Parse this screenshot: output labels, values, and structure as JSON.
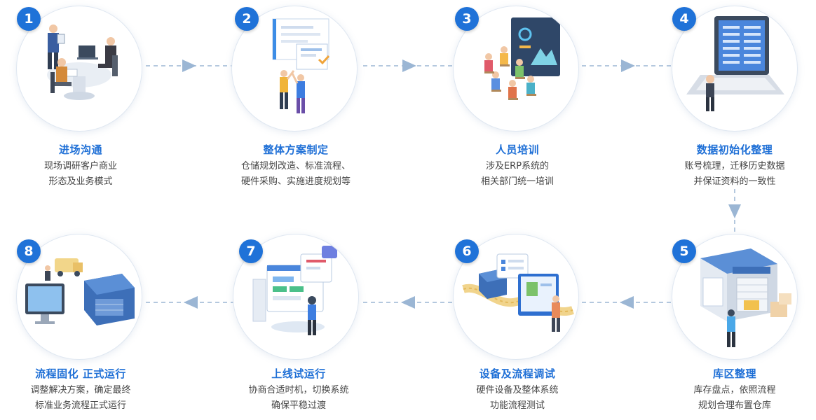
{
  "steps": [
    {
      "number": "1",
      "title": "进场沟通",
      "lines": [
        "现场调研客户商业",
        "形态及业务模式"
      ]
    },
    {
      "number": "2",
      "title": "整体方案制定",
      "lines": [
        "仓储规划改造、标准流程、",
        "硬件采购、实施进度规划等"
      ]
    },
    {
      "number": "3",
      "title": "人员培训",
      "lines": [
        "涉及ERP系统的",
        "相关部门统一培训"
      ]
    },
    {
      "number": "4",
      "title": "数据初始化整理",
      "lines": [
        "账号梳理，迁移历史数据",
        "并保证资料的一致性"
      ]
    },
    {
      "number": "5",
      "title": "库区整理",
      "lines": [
        "库存盘点，依照流程",
        "规划合理布置仓库"
      ]
    },
    {
      "number": "6",
      "title": "设备及流程调试",
      "lines": [
        "硬件设备及整体系统",
        "功能流程测试"
      ]
    },
    {
      "number": "7",
      "title": "上线试运行",
      "lines": [
        "协商合适时机，切换系统",
        "确保平稳过渡"
      ]
    },
    {
      "number": "8",
      "title": "流程固化 正式运行",
      "lines": [
        "调整解决方案，确定最终",
        "标准业务流程正式运行"
      ]
    }
  ],
  "colors": {
    "accent": "#1e6fd6",
    "badge": "#1f72d8",
    "connector": "#9bb6d4",
    "text": "#444444"
  }
}
